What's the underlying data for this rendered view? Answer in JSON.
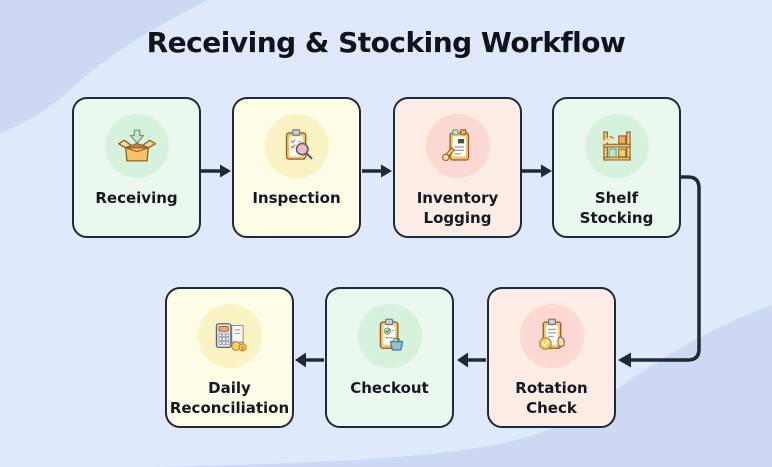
{
  "title": "Receiving & Stocking Workflow",
  "theme": {
    "background": "#dfe9fb",
    "background_wave": "#cdd9f2",
    "outline": "#1e2a36",
    "text": "#141820",
    "green_fill": "#eaf8ee",
    "green_circle": "#d6f1dc",
    "yellow_fill": "#fefce6",
    "yellow_circle": "#f9f2c2",
    "pink_fill": "#fdebe6",
    "pink_circle": "#fbd8d1"
  },
  "nodes": [
    {
      "label": "Receiving",
      "color": "green",
      "icon": "open-box-receive-icon"
    },
    {
      "label": "Inspection",
      "color": "yellow",
      "icon": "clipboard-magnifier-icon"
    },
    {
      "label": "Inventory Logging",
      "color": "pink",
      "icon": "ledger-writing-icon"
    },
    {
      "label": "Shelf Stocking",
      "color": "green",
      "icon": "shelf-boxes-icon"
    },
    {
      "label": "Rotation Check",
      "color": "pink",
      "icon": "clipboard-rotation-check-icon"
    },
    {
      "label": "Checkout",
      "color": "green",
      "icon": "clipboard-basket-icon"
    },
    {
      "label": "Daily Reconciliation",
      "color": "yellow",
      "icon": "calculator-coins-icon"
    }
  ],
  "flow_order": [
    "Receiving",
    "Inspection",
    "Inventory Logging",
    "Shelf Stocking",
    "Rotation Check",
    "Checkout",
    "Daily Reconciliation"
  ]
}
